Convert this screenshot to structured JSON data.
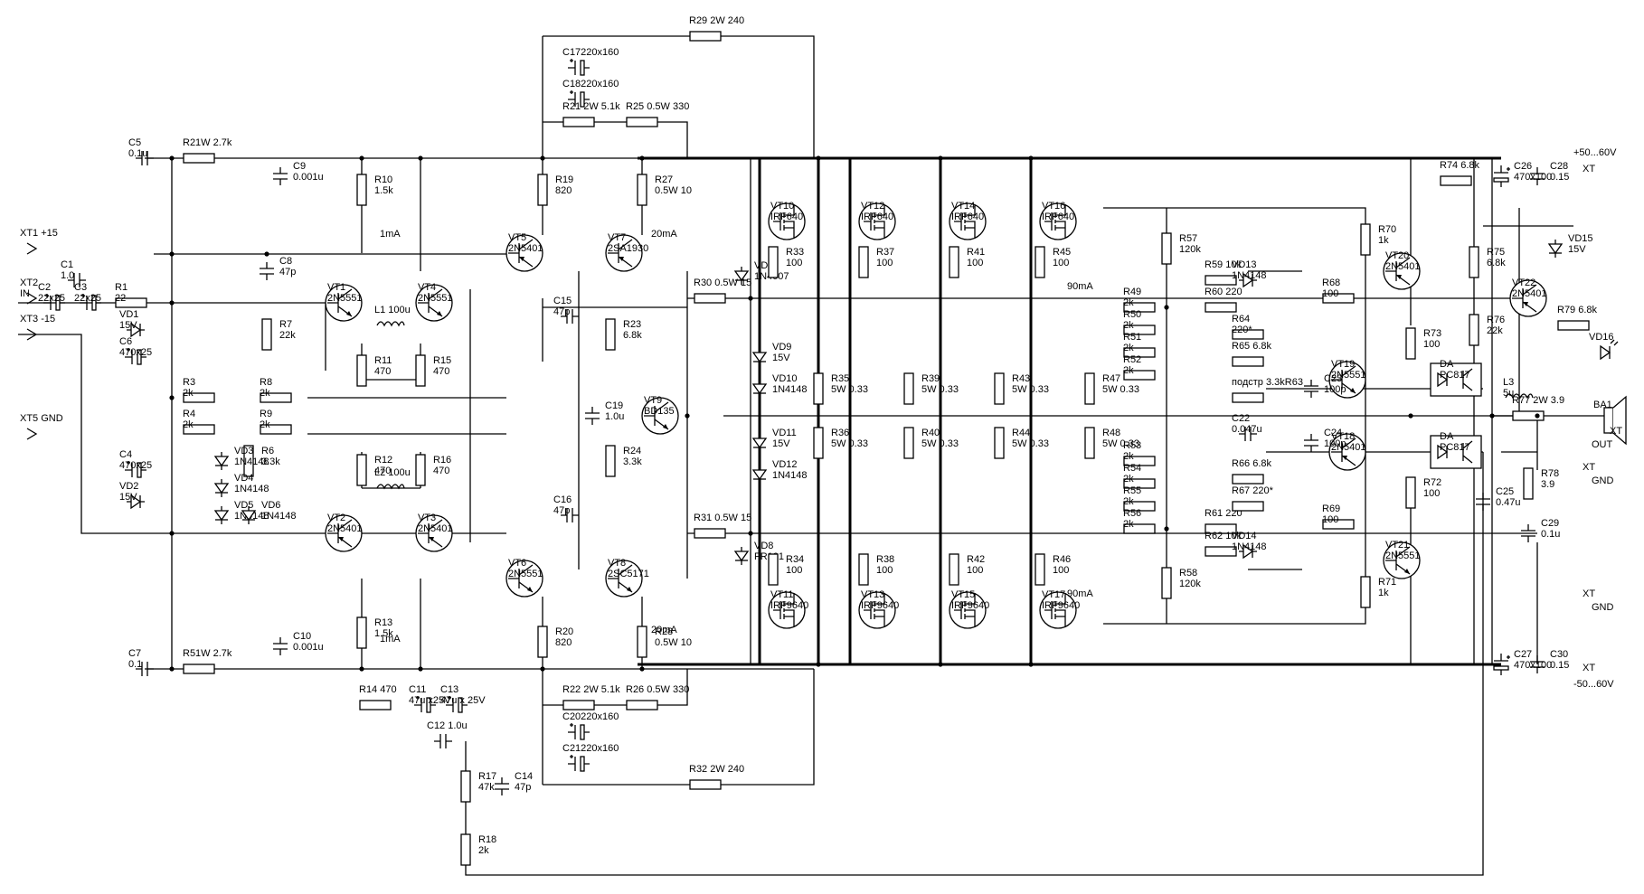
{
  "components": [
    {
      "id": "C5",
      "text": "C5",
      "v": "0.1u"
    },
    {
      "id": "R2",
      "text": "R21W 2.7k"
    },
    {
      "id": "C9",
      "text": "C9",
      "v": "0.001u"
    },
    {
      "id": "R10",
      "text": "R10",
      "v": "1.5k"
    },
    {
      "id": "R19",
      "text": "R19",
      "v": "820"
    },
    {
      "id": "R27",
      "text": "R27",
      "v": "0.5W 10"
    },
    {
      "id": "C17",
      "text": "C17220x160"
    },
    {
      "id": "C18",
      "text": "C18220x160"
    },
    {
      "id": "R21",
      "text": "R21  2W 5.1k"
    },
    {
      "id": "R25",
      "text": "R25  0.5W 330"
    },
    {
      "id": "R29",
      "text": "R29  2W 240"
    },
    {
      "id": "XT1",
      "text": "XT1 +15"
    },
    {
      "id": "XT2",
      "text": "XT2",
      "v": "IN"
    },
    {
      "id": "XT3",
      "text": "XT3  -15"
    },
    {
      "id": "XT5",
      "text": "XT5 GND"
    },
    {
      "id": "C1",
      "text": "C1",
      "v": "1.0"
    },
    {
      "id": "C2",
      "text": "C2",
      "v": "22x25"
    },
    {
      "id": "C3",
      "text": "C3",
      "v": "22x25"
    },
    {
      "id": "R1",
      "text": "R1",
      "v": "22"
    },
    {
      "id": "VD1",
      "text": "VD1",
      "v": "15V"
    },
    {
      "id": "C6",
      "text": "C6",
      "v": "470x25"
    },
    {
      "id": "C8",
      "text": "C8",
      "v": "47p"
    },
    {
      "id": "R7",
      "text": "R7",
      "v": "22k"
    },
    {
      "id": "VT1",
      "text": "VT1",
      "v": "2N5551"
    },
    {
      "id": "VT4",
      "text": "VT4",
      "v": "2N5551"
    },
    {
      "id": "L1",
      "text": "L1  100u"
    },
    {
      "id": "R11",
      "text": "R11",
      "v": "470"
    },
    {
      "id": "R15",
      "text": "R15",
      "v": "470"
    },
    {
      "id": "VT5",
      "text": "VT5",
      "v": "2N5401"
    },
    {
      "id": "VT7",
      "text": "VT7",
      "v": "2SA1930"
    },
    {
      "id": "C15",
      "text": "C15",
      "v": "47p"
    },
    {
      "id": "R3",
      "text": "R3",
      "v": "2k"
    },
    {
      "id": "R4",
      "text": "R4",
      "v": "2k"
    },
    {
      "id": "R8",
      "text": "R8",
      "v": "2k"
    },
    {
      "id": "R9",
      "text": "R9",
      "v": "2k"
    },
    {
      "id": "R6",
      "text": "R6",
      "v": "3.3k"
    },
    {
      "id": "C4",
      "text": "C4",
      "v": "470x25"
    },
    {
      "id": "VD2",
      "text": "VD2",
      "v": "15V"
    },
    {
      "id": "VD3",
      "text": "VD3",
      "v": "1N4148"
    },
    {
      "id": "VD4",
      "text": "VD4",
      "v": "1N4148"
    },
    {
      "id": "VD5",
      "text": "VD5",
      "v": "1N4148"
    },
    {
      "id": "VD6",
      "text": "VD6",
      "v": "1N4148"
    },
    {
      "id": "R12",
      "text": "R12",
      "v": "470"
    },
    {
      "id": "R16",
      "text": "R16",
      "v": "470"
    },
    {
      "id": "L2",
      "text": "L2  100u"
    },
    {
      "id": "VT2",
      "text": "VT2",
      "v": "2N5401"
    },
    {
      "id": "VT3",
      "text": "VT3",
      "v": "2N5401"
    },
    {
      "id": "R13",
      "text": "R13",
      "v": "1.5k"
    },
    {
      "id": "C10",
      "text": "C10",
      "v": "0.001u"
    },
    {
      "id": "C7",
      "text": "C7",
      "v": "0.1"
    },
    {
      "id": "R5",
      "text": "R51W 2.7k"
    },
    {
      "id": "R23",
      "text": "R23",
      "v": "6.8k"
    },
    {
      "id": "C19",
      "text": "C19",
      "v": "1.0u"
    },
    {
      "id": "R24",
      "text": "R24",
      "v": "3.3k"
    },
    {
      "id": "VT9",
      "text": "VT9",
      "v": "BD135"
    },
    {
      "id": "C16",
      "text": "C16",
      "v": "47p"
    },
    {
      "id": "VT6",
      "text": "VT6",
      "v": "2N5551"
    },
    {
      "id": "VT8",
      "text": "VT8",
      "v": "2SC5171"
    },
    {
      "id": "R20",
      "text": "R20",
      "v": "820"
    },
    {
      "id": "R28",
      "text": "R28",
      "v": "0.5W 10"
    },
    {
      "id": "R22",
      "text": "R22  2W 5.1k"
    },
    {
      "id": "R26",
      "text": "R26  0.5W 330"
    },
    {
      "id": "C20",
      "text": "C20220x160"
    },
    {
      "id": "C21",
      "text": "C21220x160"
    },
    {
      "id": "R32",
      "text": "R32  2W 240"
    },
    {
      "id": "R14",
      "text": "R14  470"
    },
    {
      "id": "C11",
      "text": "C11",
      "v": "47u x25V"
    },
    {
      "id": "C13",
      "text": "C13",
      "v": "47u x 25V"
    },
    {
      "id": "C12",
      "text": "C12  1.0u"
    },
    {
      "id": "R17",
      "text": "R17",
      "v": "47k"
    },
    {
      "id": "C14",
      "text": "C14",
      "v": "47p"
    },
    {
      "id": "R18",
      "text": "R18",
      "v": "2k"
    },
    {
      "id": "VD7",
      "text": "VD7",
      "v": "1N4007"
    },
    {
      "id": "R30",
      "text": "R30  0.5W 15"
    },
    {
      "id": "R31",
      "text": "R31  0.5W 15"
    },
    {
      "id": "VD8",
      "text": "VD8",
      "v": "FR101"
    },
    {
      "id": "VT10",
      "text": "VT10",
      "v": "IRF640"
    },
    {
      "id": "VT12",
      "text": "VT12",
      "v": "IRF640"
    },
    {
      "id": "VT14",
      "text": "VT14",
      "v": "IRF640"
    },
    {
      "id": "VT16",
      "text": "VT16",
      "v": "IRF640"
    },
    {
      "id": "VT11",
      "text": "VT11",
      "v": "IRF9640"
    },
    {
      "id": "VT13",
      "text": "VT13",
      "v": "IRF9640"
    },
    {
      "id": "VT15",
      "text": "VT15",
      "v": "IRF9640"
    },
    {
      "id": "VT17",
      "text": "VT17",
      "v": "IRF9640"
    },
    {
      "id": "R33",
      "text": "R33",
      "v": "100"
    },
    {
      "id": "R37",
      "text": "R37",
      "v": "100"
    },
    {
      "id": "R41",
      "text": "R41",
      "v": "100"
    },
    {
      "id": "R45",
      "text": "R45",
      "v": "100"
    },
    {
      "id": "R34",
      "text": "R34",
      "v": "100"
    },
    {
      "id": "R38",
      "text": "R38",
      "v": "100"
    },
    {
      "id": "R42",
      "text": "R42",
      "v": "100"
    },
    {
      "id": "R46",
      "text": "R46",
      "v": "100"
    },
    {
      "id": "VD9",
      "text": "VD9",
      "v": "15V"
    },
    {
      "id": "VD10",
      "text": "VD10",
      "v": "1N4148"
    },
    {
      "id": "VD11",
      "text": "VD11",
      "v": "15V"
    },
    {
      "id": "VD12",
      "text": "VD12",
      "v": "1N4148"
    },
    {
      "id": "R35",
      "text": "R35",
      "v": "5W 0.33"
    },
    {
      "id": "R39",
      "text": "R39",
      "v": "5W 0.33"
    },
    {
      "id": "R43",
      "text": "R43",
      "v": "5W 0.33"
    },
    {
      "id": "R47",
      "text": "R47",
      "v": "5W 0.33"
    },
    {
      "id": "R36",
      "text": "R36",
      "v": "5W 0.33"
    },
    {
      "id": "R40",
      "text": "R40",
      "v": "5W 0.33"
    },
    {
      "id": "R44",
      "text": "R44",
      "v": "5W 0.33"
    },
    {
      "id": "R48",
      "text": "R48",
      "v": "5W 0.33"
    },
    {
      "id": "R49",
      "text": "R49",
      "v": "2k"
    },
    {
      "id": "R50",
      "text": "R50",
      "v": "2k"
    },
    {
      "id": "R51",
      "text": "R51",
      "v": "2k"
    },
    {
      "id": "R52",
      "text": "R52",
      "v": "2k"
    },
    {
      "id": "R53",
      "text": "R53",
      "v": "2k"
    },
    {
      "id": "R54",
      "text": "R54",
      "v": "2k"
    },
    {
      "id": "R55",
      "text": "R55",
      "v": "2k"
    },
    {
      "id": "R56",
      "text": "R56",
      "v": "2k"
    },
    {
      "id": "R57",
      "text": "R57",
      "v": "120k"
    },
    {
      "id": "R58",
      "text": "R58",
      "v": "120k"
    },
    {
      "id": "R59",
      "text": "R59  10k"
    },
    {
      "id": "R60",
      "text": "R60  220"
    },
    {
      "id": "R61",
      "text": "R61  220"
    },
    {
      "id": "R62",
      "text": "R62  10k"
    },
    {
      "id": "VD13",
      "text": "VD13",
      "v": "1N4148"
    },
    {
      "id": "VD14",
      "text": "VD14",
      "v": "1N4148"
    },
    {
      "id": "R64",
      "text": "R64",
      "v": "220*"
    },
    {
      "id": "R65",
      "text": "R65  6.8k"
    },
    {
      "id": "R63",
      "text": "подстр 3.3kR63"
    },
    {
      "id": "C22",
      "text": "C22",
      "v": "0.047u"
    },
    {
      "id": "R66",
      "text": "R66  6.8k"
    },
    {
      "id": "R67",
      "text": "R67  220*"
    },
    {
      "id": "R68",
      "text": "R68",
      "v": "100"
    },
    {
      "id": "R69",
      "text": "R69",
      "v": "100"
    },
    {
      "id": "R70",
      "text": "R70",
      "v": "1k"
    },
    {
      "id": "R71",
      "text": "R71",
      "v": "1k"
    },
    {
      "id": "VT20",
      "text": "VT20",
      "v": "2N5401"
    },
    {
      "id": "VT19",
      "text": "VT19",
      "v": "2N5551"
    },
    {
      "id": "VT18",
      "text": "VT18",
      "v": "2N5401"
    },
    {
      "id": "VT21",
      "text": "VT21",
      "v": "2N5551"
    },
    {
      "id": "C23",
      "text": "C23",
      "v": "100p"
    },
    {
      "id": "C24",
      "text": "C24",
      "v": "100p"
    },
    {
      "id": "R73",
      "text": "R73",
      "v": "100"
    },
    {
      "id": "R72",
      "text": "R72",
      "v": "100"
    },
    {
      "id": "DA1",
      "text": "DA",
      "v": "PC817"
    },
    {
      "id": "DA2",
      "text": "DA",
      "v": "PC817"
    },
    {
      "id": "R74",
      "text": "R74  6.8k"
    },
    {
      "id": "C26",
      "text": "C26",
      "v": "470x100"
    },
    {
      "id": "C28",
      "text": "C28",
      "v": "0.15"
    },
    {
      "id": "VD15",
      "text": "VD15",
      "v": "15V"
    },
    {
      "id": "R75",
      "text": "R75",
      "v": "6.8k"
    },
    {
      "id": "VT22",
      "text": "VT22",
      "v": "2N5401"
    },
    {
      "id": "R76",
      "text": "R76",
      "v": "22k"
    },
    {
      "id": "R79",
      "text": "R79  6.8k"
    },
    {
      "id": "VD16",
      "text": "VD16"
    },
    {
      "id": "L3",
      "text": "L3",
      "v": "5u"
    },
    {
      "id": "R77",
      "text": "R77  2W 3.9"
    },
    {
      "id": "C25",
      "text": "C25",
      "v": "0.47u"
    },
    {
      "id": "R78",
      "text": "R78",
      "v": "3.9"
    },
    {
      "id": "C29",
      "text": "C29",
      "v": "0.1u"
    },
    {
      "id": "C27",
      "text": "C27",
      "v": "470x100"
    },
    {
      "id": "C30",
      "text": "C30",
      "v": "0.15"
    },
    {
      "id": "BA1",
      "text": "BA1"
    }
  ],
  "annotations": {
    "i_vt10": "1mA",
    "i_vt13": "1mA",
    "i_vt7": "20mA",
    "i_vt8": "20mA",
    "i_out_top": "90mA",
    "i_out_bot": "90mA",
    "v_pos": "+50...60V",
    "v_neg": "-50...60V",
    "xt_pos": "XT",
    "xt_neg": "XT",
    "xt_out": "XT",
    "xt_gnd_out": "XT",
    "xt_gnd": "XT",
    "out": "OUT",
    "gnd_out": "GND",
    "gnd": "GND"
  }
}
